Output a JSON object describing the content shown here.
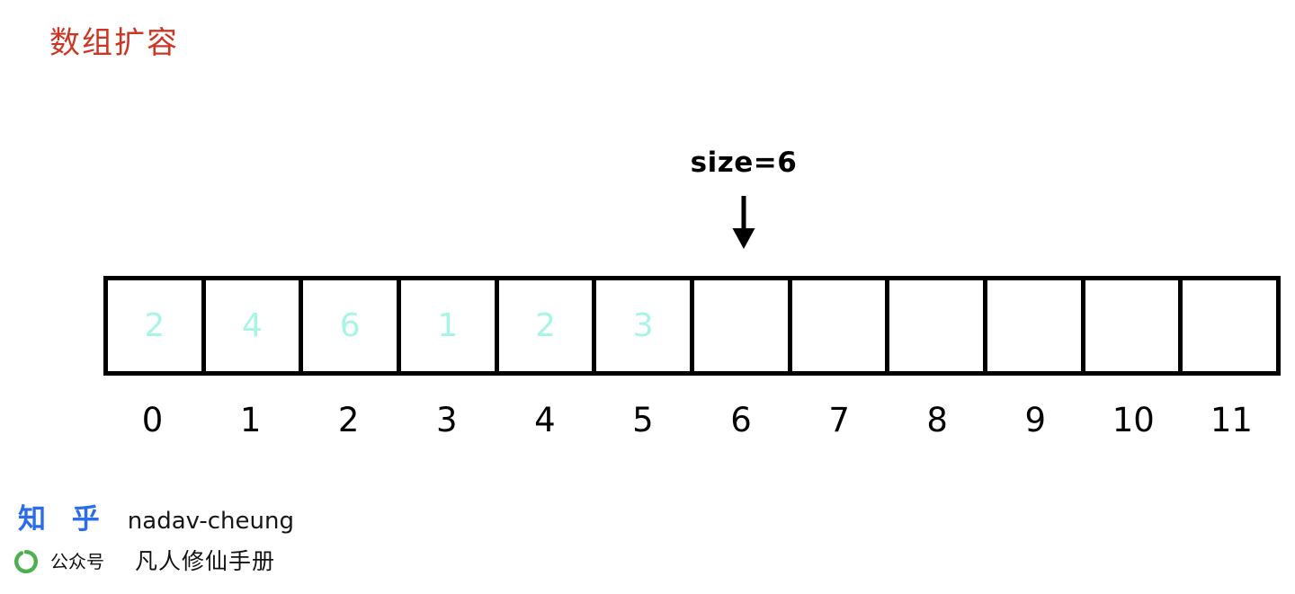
{
  "title": "数组扩容",
  "colors": {
    "title": "#cc3524",
    "cell_value": "#a8f5e6",
    "cell_border": "#000000",
    "arrow": "#000000",
    "zhihu_blue": "#2b6cea",
    "mp_green": "#4caf50",
    "background": "#ffffff"
  },
  "pointer": {
    "label": "size=6",
    "points_to_index": 6,
    "arrow_icon": "arrow-down-icon"
  },
  "array": {
    "capacity": 12,
    "size": 6,
    "indices": [
      "0",
      "1",
      "2",
      "3",
      "4",
      "5",
      "6",
      "7",
      "8",
      "9",
      "10",
      "11"
    ],
    "cells": [
      {
        "index": "0",
        "value": "2",
        "filled": true
      },
      {
        "index": "1",
        "value": "4",
        "filled": true
      },
      {
        "index": "2",
        "value": "6",
        "filled": true
      },
      {
        "index": "3",
        "value": "1",
        "filled": true
      },
      {
        "index": "4",
        "value": "2",
        "filled": true
      },
      {
        "index": "5",
        "value": "3",
        "filled": true
      },
      {
        "index": "6",
        "value": "",
        "filled": false
      },
      {
        "index": "7",
        "value": "",
        "filled": false
      },
      {
        "index": "8",
        "value": "",
        "filled": false
      },
      {
        "index": "9",
        "value": "",
        "filled": false
      },
      {
        "index": "10",
        "value": "",
        "filled": false
      },
      {
        "index": "11",
        "value": "",
        "filled": false
      }
    ]
  },
  "footer": {
    "zhihu_logo_text": "知 乎",
    "zhihu_username": "nadav-cheung",
    "mp_icon": "wechat-official-account-icon",
    "mp_kind_label": "公众号",
    "mp_account_name": "凡人修仙手册"
  }
}
